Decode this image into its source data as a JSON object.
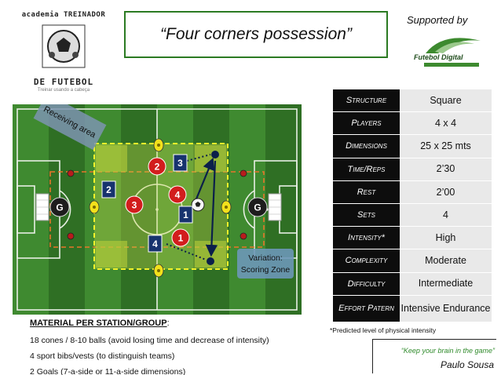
{
  "logo": {
    "top_text": "academia TREINADOR",
    "bottom_text": "DE FUTEBOL",
    "slogan": "Treinar usando a cabeça"
  },
  "title": "“Four corners possession”",
  "sponsor": {
    "supported_by": "Supported by",
    "name": "Futebol Digital"
  },
  "diagram": {
    "receiving_area_label": "Receiving area",
    "variation_label_line1": "Variation:",
    "variation_label_line2": "Scoring Zone",
    "goal_label": "G",
    "red_players": [
      "2",
      "4",
      "3",
      "1"
    ],
    "blue_players": [
      "3",
      "2",
      "1",
      "4"
    ],
    "colors": {
      "grass_dark": "#2f6f24",
      "grass_light": "#3f8a30",
      "zone_fill": "#c9d94a",
      "zone_border": "#f2f22a",
      "red_player": "#d21d1d",
      "blue_player": "#17336e",
      "variation_box": "#6d97b8"
    }
  },
  "info_table": {
    "rows": [
      {
        "label": "Structure",
        "value": "Square"
      },
      {
        "label": "Players",
        "value": "4 x 4"
      },
      {
        "label": "Dimensions",
        "value": "25 x 25 mts"
      },
      {
        "label": "Time/Reps",
        "value": "2’30"
      },
      {
        "label": "Rest",
        "value": "2’00"
      },
      {
        "label": "Sets",
        "value": "4"
      },
      {
        "label": "Intensity*",
        "value": "High"
      },
      {
        "label": "Complexity",
        "value": "Moderate"
      },
      {
        "label": "Difficulty",
        "value": "Intermediate"
      },
      {
        "label": "Effort Patern",
        "value": "Intensive Endurance"
      }
    ],
    "footnote": "*Predicted level of physical intensity"
  },
  "materials": {
    "heading": "MATERIAL PER STATION/GROUP",
    "heading_suffix": ":",
    "items": [
      "18 cones / 8-10 balls (avoid losing time and decrease of intensity)",
      "4 sport bibs/vests (to distinguish teams)",
      "2 Goals (7-a-side or 11-a-side dimensions)"
    ]
  },
  "quote": "“Keep your brain in the game”",
  "author": "Paulo Sousa"
}
